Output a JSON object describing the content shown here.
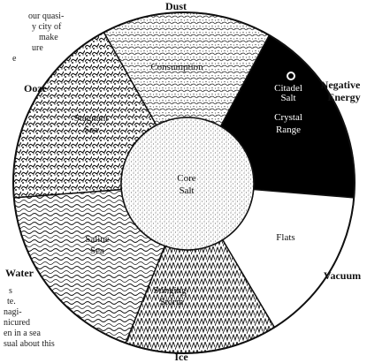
{
  "outer_labels": {
    "dust": "Dust",
    "ooze": "Ooze",
    "negative_energy": [
      "Negative",
      "Energy"
    ],
    "water": "Water",
    "vacuum": "Vacuum",
    "ice": "Ice"
  },
  "region_labels": {
    "consumption": "Consumption",
    "stagnant_sea": [
      "Stagnant",
      "Sea"
    ],
    "citadel_salt": [
      "Citadel",
      "Salt"
    ],
    "crystal_range": [
      "Crystal",
      "Range"
    ],
    "core_salt": [
      "Core",
      "Salt"
    ],
    "flats": "Flats",
    "saline_sea": [
      "Saline",
      "Sea"
    ],
    "stinging_storm": [
      "Stinging",
      "Storm"
    ]
  },
  "text_fragments": {
    "top_left": [
      "our quasi-",
      "y city of",
      "make",
      "ure",
      "e"
    ],
    "bottom_left": [
      "s",
      "te.",
      "nagi-",
      "nicured",
      "en in a sea",
      "sual about this"
    ]
  },
  "colors": {
    "negative_energy_fill": "#000000",
    "stroke": "#111111",
    "paper": "#ffffff"
  }
}
